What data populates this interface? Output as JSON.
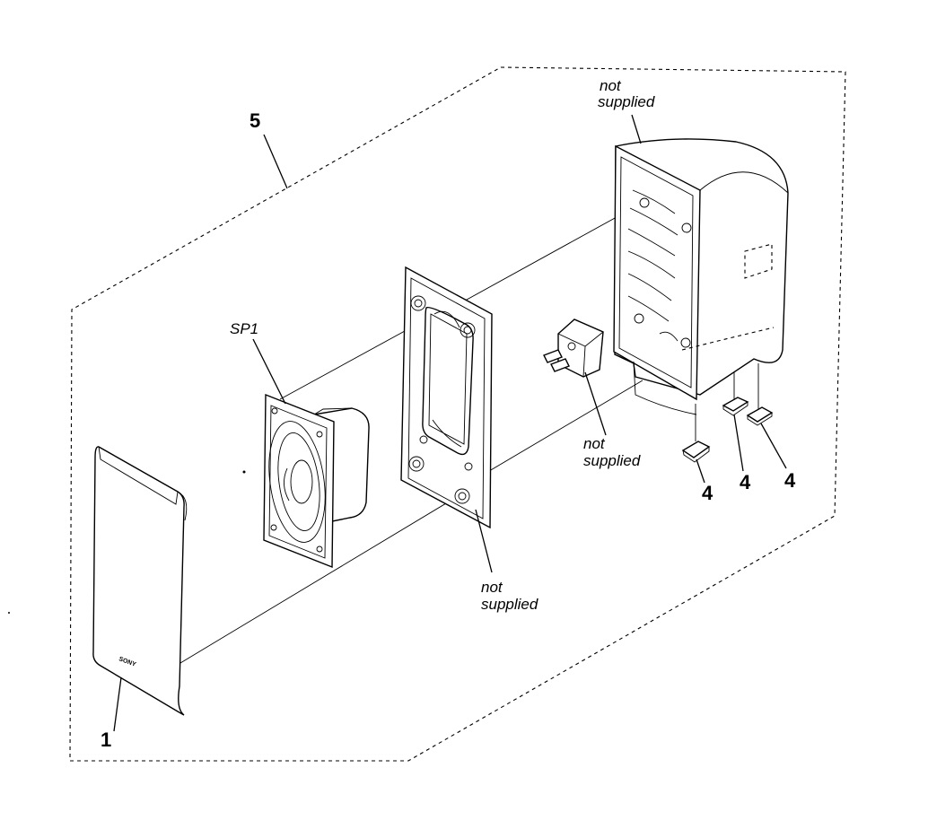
{
  "labels": {
    "assembly_number": "5",
    "front_grille_number": "1",
    "speaker_label": "SP1",
    "foot_number_1": "4",
    "foot_number_2": "4",
    "foot_number_3": "4",
    "cabinet_note_line1": "not",
    "cabinet_note_line2": "supplied",
    "connector_note_line1": "not",
    "connector_note_line2": "supplied",
    "frame_note_line1": "not",
    "frame_note_line2": "supplied",
    "brand_logo": "SONY"
  }
}
